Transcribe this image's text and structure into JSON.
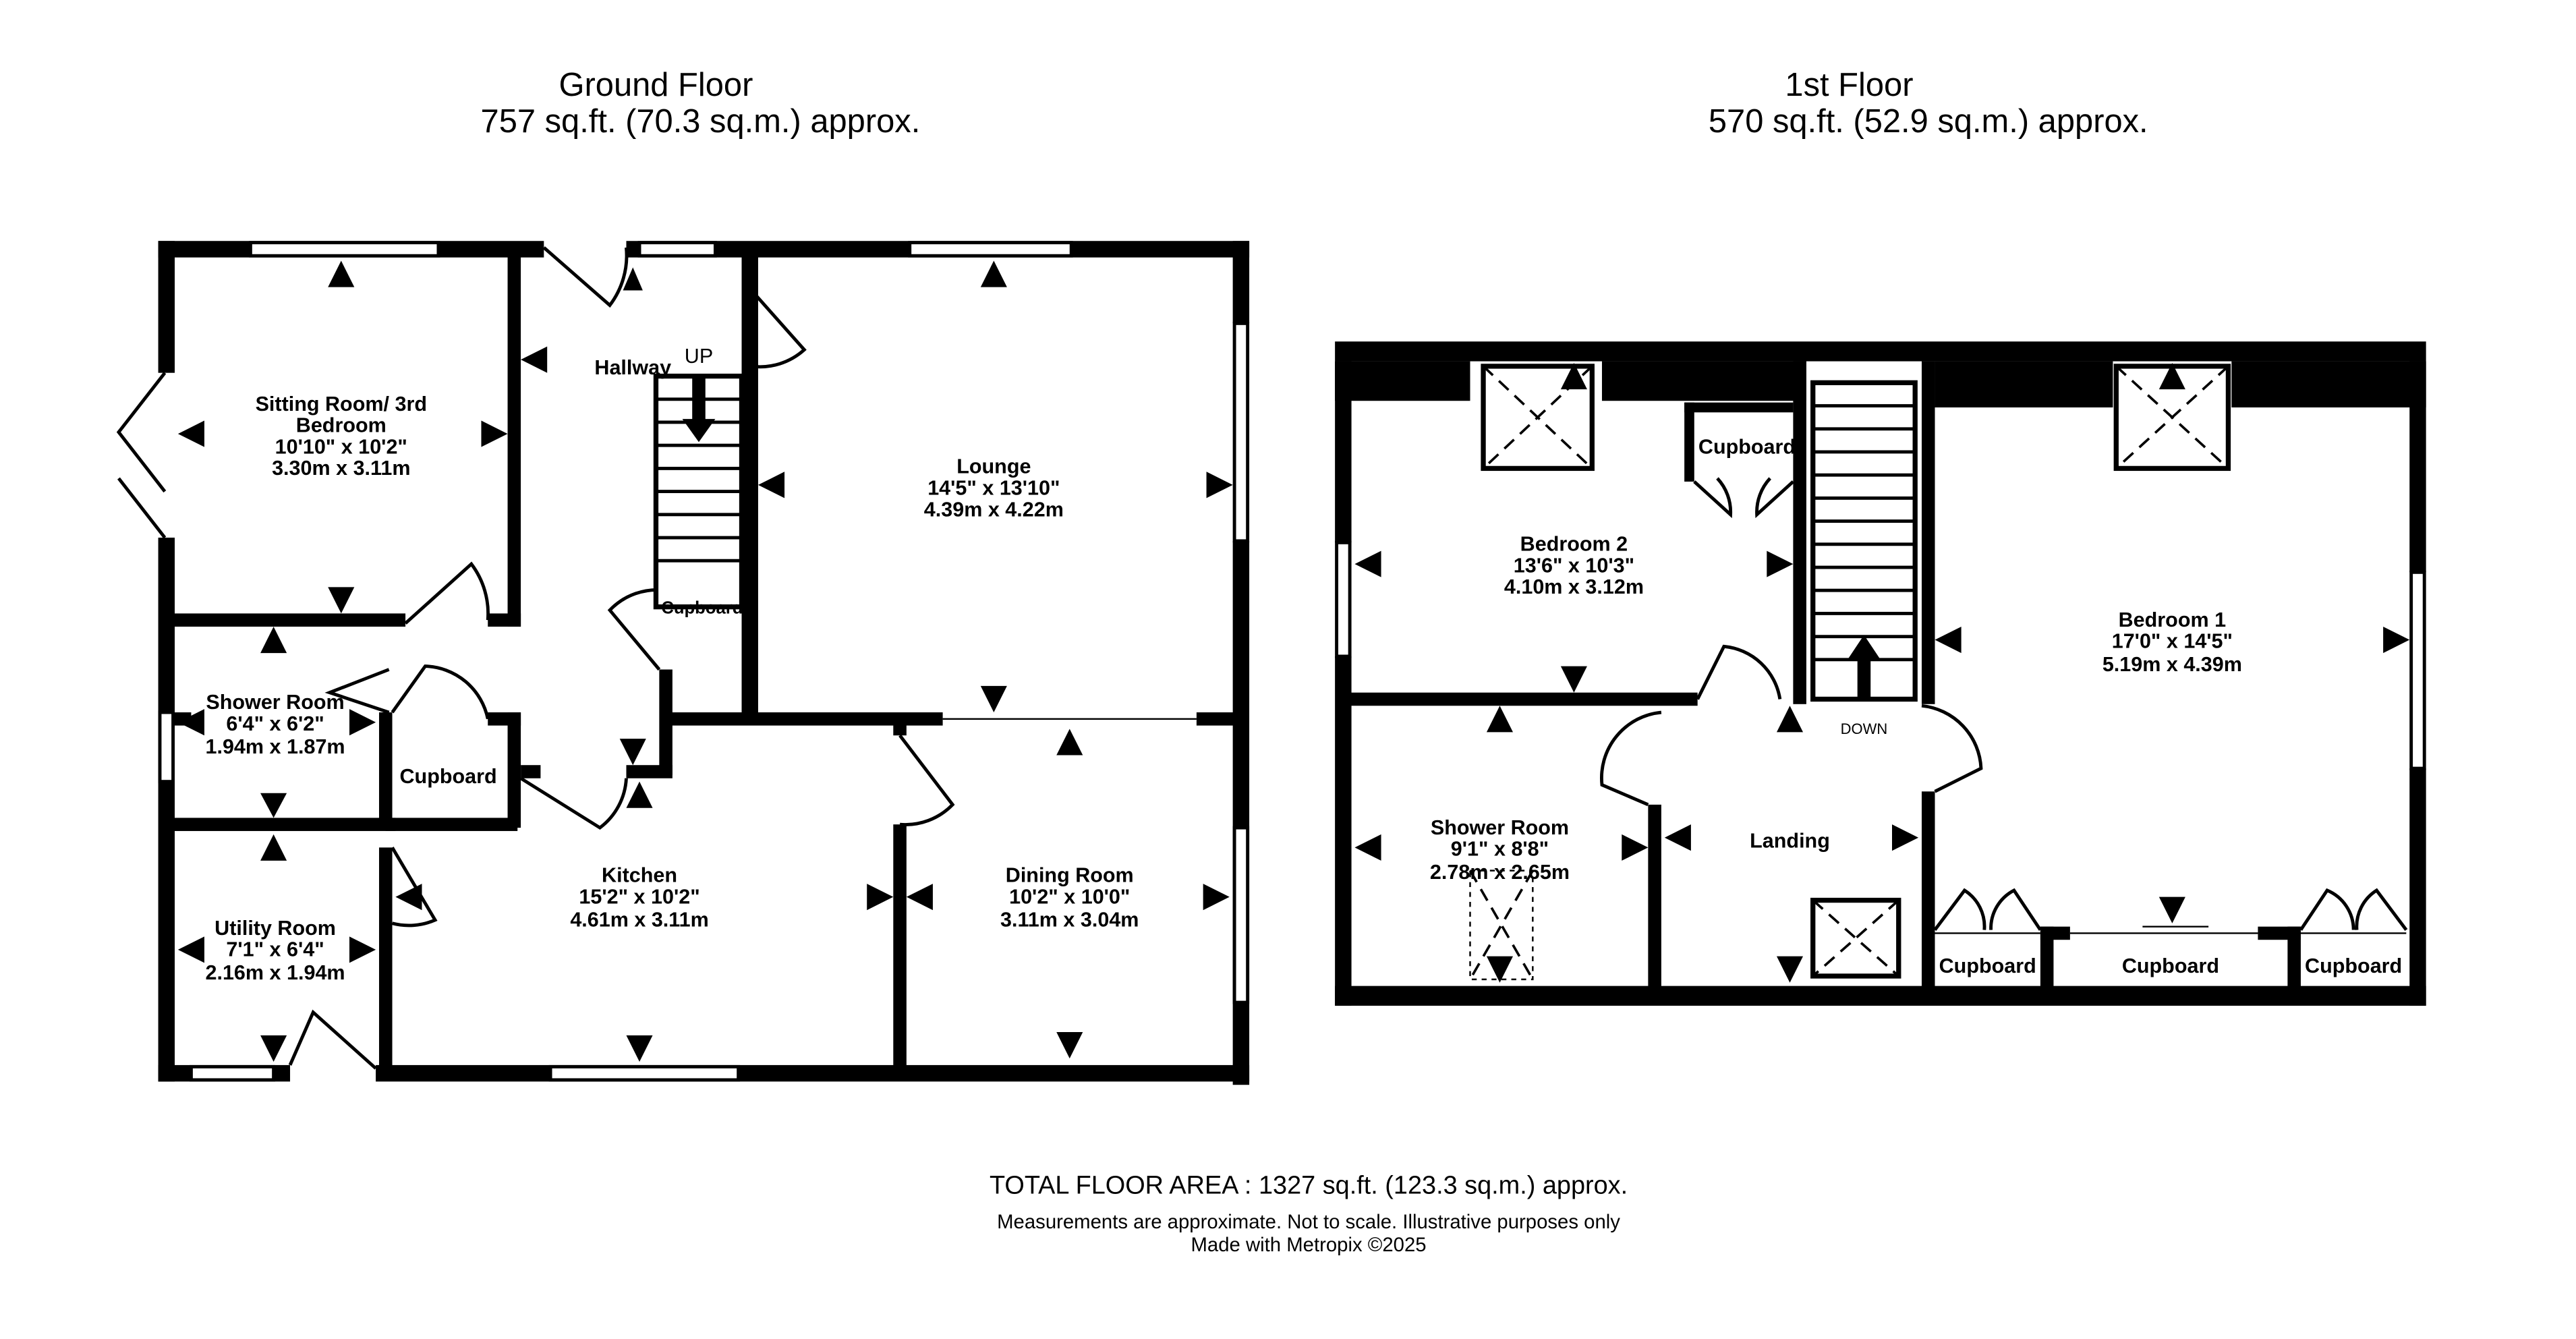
{
  "ground_floor": {
    "title": "Ground Floor",
    "area": "757 sq.ft. (70.3 sq.m.) approx.",
    "rooms": {
      "sitting_room": {
        "name_line1": "Sitting Room/ 3rd",
        "name_line2": "Bedroom",
        "imperial": "10'10\"  x 10'2\"",
        "metric": "3.30m  x 3.11m"
      },
      "hallway": {
        "name": "Hallway",
        "up": "UP"
      },
      "lounge": {
        "name": "Lounge",
        "imperial": "14'5\"  x 13'10\"",
        "metric": "4.39m  x 4.22m"
      },
      "hall_cupboard": {
        "name": "Cupboard"
      },
      "shower_room": {
        "name": "Shower Room",
        "imperial": "6'4\"  x 6'2\"",
        "metric": "1.94m  x 1.87m"
      },
      "cupboard": {
        "name": "Cupboard"
      },
      "kitchen": {
        "name": "Kitchen",
        "imperial": "15'2\"  x 10'2\"",
        "metric": "4.61m  x 3.11m"
      },
      "dining_room": {
        "name": "Dining Room",
        "imperial": "10'2\"  x 10'0\"",
        "metric": "3.11m  x 3.04m"
      },
      "utility_room": {
        "name": "Utility Room",
        "imperial": "7'1\"  x 6'4\"",
        "metric": "2.16m  x 1.94m"
      }
    }
  },
  "first_floor": {
    "title": "1st Floor",
    "area": "570 sq.ft. (52.9 sq.m.) approx.",
    "rooms": {
      "bedroom2": {
        "name": "Bedroom 2",
        "imperial": "13'6\"  x 10'3\"",
        "metric": "4.10m  x 3.12m"
      },
      "bed2_cupboard": {
        "name": "Cupboard"
      },
      "bedroom1": {
        "name": "Bedroom 1",
        "imperial": "17'0\"  x 14'5\"",
        "metric": "5.19m  x 4.39m"
      },
      "stairs": {
        "down": "DOWN"
      },
      "shower_room": {
        "name": "Shower Room",
        "imperial": "9'1\"  x 8'8\"",
        "metric": "2.78m  x 2.65m"
      },
      "landing": {
        "name": "Landing"
      },
      "cupboard_left": {
        "name": "Cupboard"
      },
      "cupboard_mid": {
        "name": "Cupboard"
      },
      "cupboard_right": {
        "name": "Cupboard"
      }
    }
  },
  "footer": {
    "total": "TOTAL FLOOR AREA : 1327 sq.ft. (123.3 sq.m.) approx.",
    "disclaimer": "Measurements are approximate.  Not to scale.  Illustrative purposes only",
    "credit": "Made with Metropix ©2025"
  }
}
